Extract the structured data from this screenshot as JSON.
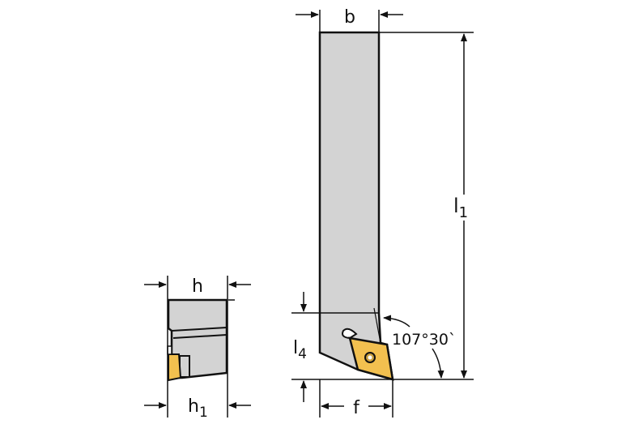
{
  "labels": {
    "b": "b",
    "l1": "l",
    "l1_sub": "1",
    "l4": "l",
    "l4_sub": "4",
    "f": "f",
    "h": "h",
    "h1": "h",
    "h1_sub": "1",
    "angle": "107°30`"
  },
  "colors": {
    "body": "#d3d3d3",
    "insert": "#f2c04f",
    "line": "#111111"
  }
}
